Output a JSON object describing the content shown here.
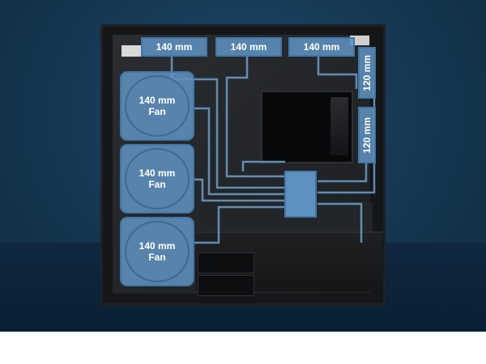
{
  "top_fans": [
    {
      "label": "140 mm"
    },
    {
      "label": "140 mm"
    },
    {
      "label": "140 mm"
    }
  ],
  "side_fans": [
    {
      "label": "120 mm"
    },
    {
      "label": "120 mm"
    }
  ],
  "front_fans": [
    {
      "line1": "140 mm",
      "line2": "Fan"
    },
    {
      "line1": "140 mm",
      "line2": "Fan"
    },
    {
      "line1": "140 mm",
      "line2": "Fan"
    }
  ],
  "colors": {
    "zone_fill": "#5f91be",
    "zone_border": "#3f78a8",
    "background": "#163a56",
    "case": "#141618"
  }
}
